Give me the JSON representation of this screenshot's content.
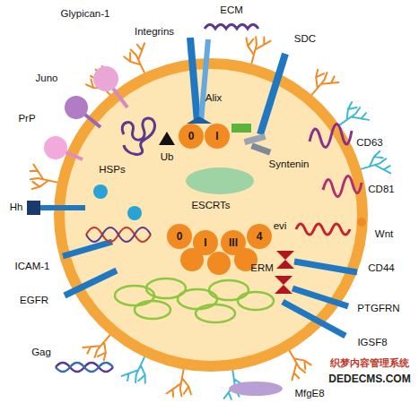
{
  "diagram": {
    "nodes": [
      {
        "text": [
          "0"
        ]
      },
      {
        "text": [
          "I"
        ]
      },
      {
        "text": [
          "0"
        ]
      },
      {
        "text": [
          "I"
        ]
      },
      {
        "text": [
          "III"
        ]
      },
      {
        "text": [
          "4"
        ]
      }
    ],
    "labels": [
      "Glypican-1",
      "ECM",
      "Integrins",
      "SDC",
      "Juno",
      "PrP",
      "Alix",
      "CD63",
      "Ub",
      "HSPs",
      "Syntenin",
      "CD81",
      "Hh",
      "ESCRTs",
      "evi",
      "Wnt",
      "ERM",
      "CD44",
      "ICAM-1",
      "EGFR",
      "PTGFRN",
      "IGSF8",
      "Gag",
      "MfgE8",
      "织梦内容管理系统",
      "DEDECMS.COM"
    ]
  }
}
